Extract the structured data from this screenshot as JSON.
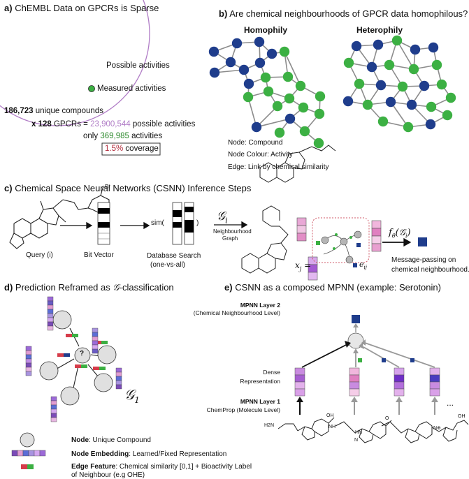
{
  "panel_a": {
    "letter": "a)",
    "title": "ChEMBL Data on GPCRs is Sparse",
    "possible_label": "Possible activities",
    "measured_label": "Measured activities",
    "compounds_num": "186,723",
    "compounds_text": "unique compounds",
    "gpcr_prefix": "x 128",
    "gpcr_text": "GPCRs =",
    "possible_num": "23,900,544",
    "possible_text": "possible activities",
    "only_text": "only",
    "measured_num": "369,985",
    "activities_text": "activities",
    "coverage_pct": "1.5%",
    "coverage_text": "coverage",
    "colors": {
      "circle": "#b07cc6",
      "green": "#3cb043"
    }
  },
  "panel_b": {
    "letter": "b)",
    "title": "Are chemical neighbourhoods of GPCR data homophilous?",
    "homophily": "Homophily",
    "heterophily": "Heterophily",
    "legend_node": "Node: Compound",
    "legend_colour": "Node Colour: Activity",
    "legend_edge": "Edge: Link by chemical similarity",
    "colors": {
      "blue": "#1f3d8c",
      "green": "#3cb043",
      "edge": "#8c8c8c"
    }
  },
  "panel_c": {
    "letter": "c)",
    "title": "Chemical Space Neural Networks (CSNN) Inference Steps",
    "query": "Query (i)",
    "bit_vector": "Bit Vector",
    "sim_open": "sim(",
    "sim_close": ")",
    "db_search": "Database Search",
    "one_vs_all": "(one-vs-all)",
    "graph_symbol": "𝒢",
    "graph_sub": "i",
    "neigh_graph_1": "Neighbourhood",
    "neigh_graph_2": "Graph",
    "xj": "x",
    "xj_sub": "j",
    "eij": "e",
    "eij_sub": "ij",
    "f_theta": "f",
    "f_sub": "θ",
    "f_arg": "(𝒢",
    "f_arg_sub": "i",
    "f_arg_close": ")",
    "message_1": "Message-passing on",
    "message_2": "chemical neighbourhood.",
    "br_label": "Br"
  },
  "panel_d": {
    "letter": "d)",
    "title_1": "Prediction Reframed as",
    "title_symbol": "𝒢",
    "title_2": "-classification",
    "question": "?",
    "graph_symbol": "𝒢",
    "graph_sub": "1",
    "legend_node_bold": "Node",
    "legend_node_text": ": Unique Compound",
    "legend_embed_bold": "Node Embedding",
    "legend_embed_text": ": Learned/Fixed Representation",
    "legend_edge_bold": "Edge Feature",
    "legend_edge_text": ": Chemical similarity [0,1] + Bioactivity Label",
    "legend_edge_text2": "of Neighbour (e.g OHE)"
  },
  "panel_e": {
    "letter": "e)",
    "title": "CSNN as a composed MPNN (example: Serotonin)",
    "layer2_bold": "MPNN Layer 2",
    "layer2_text": "(Chemical Neighbourhood Level)",
    "dense_1": "Dense",
    "dense_2": "Representation",
    "layer1_bold": "MPNN Layer 1",
    "layer1_text": "ChemProp (Molecule Level)",
    "ellipsis": "...",
    "mol_labels": [
      "H2N",
      "OH",
      "NH",
      "HN",
      "N",
      "O",
      "N⊕",
      "OH"
    ]
  }
}
